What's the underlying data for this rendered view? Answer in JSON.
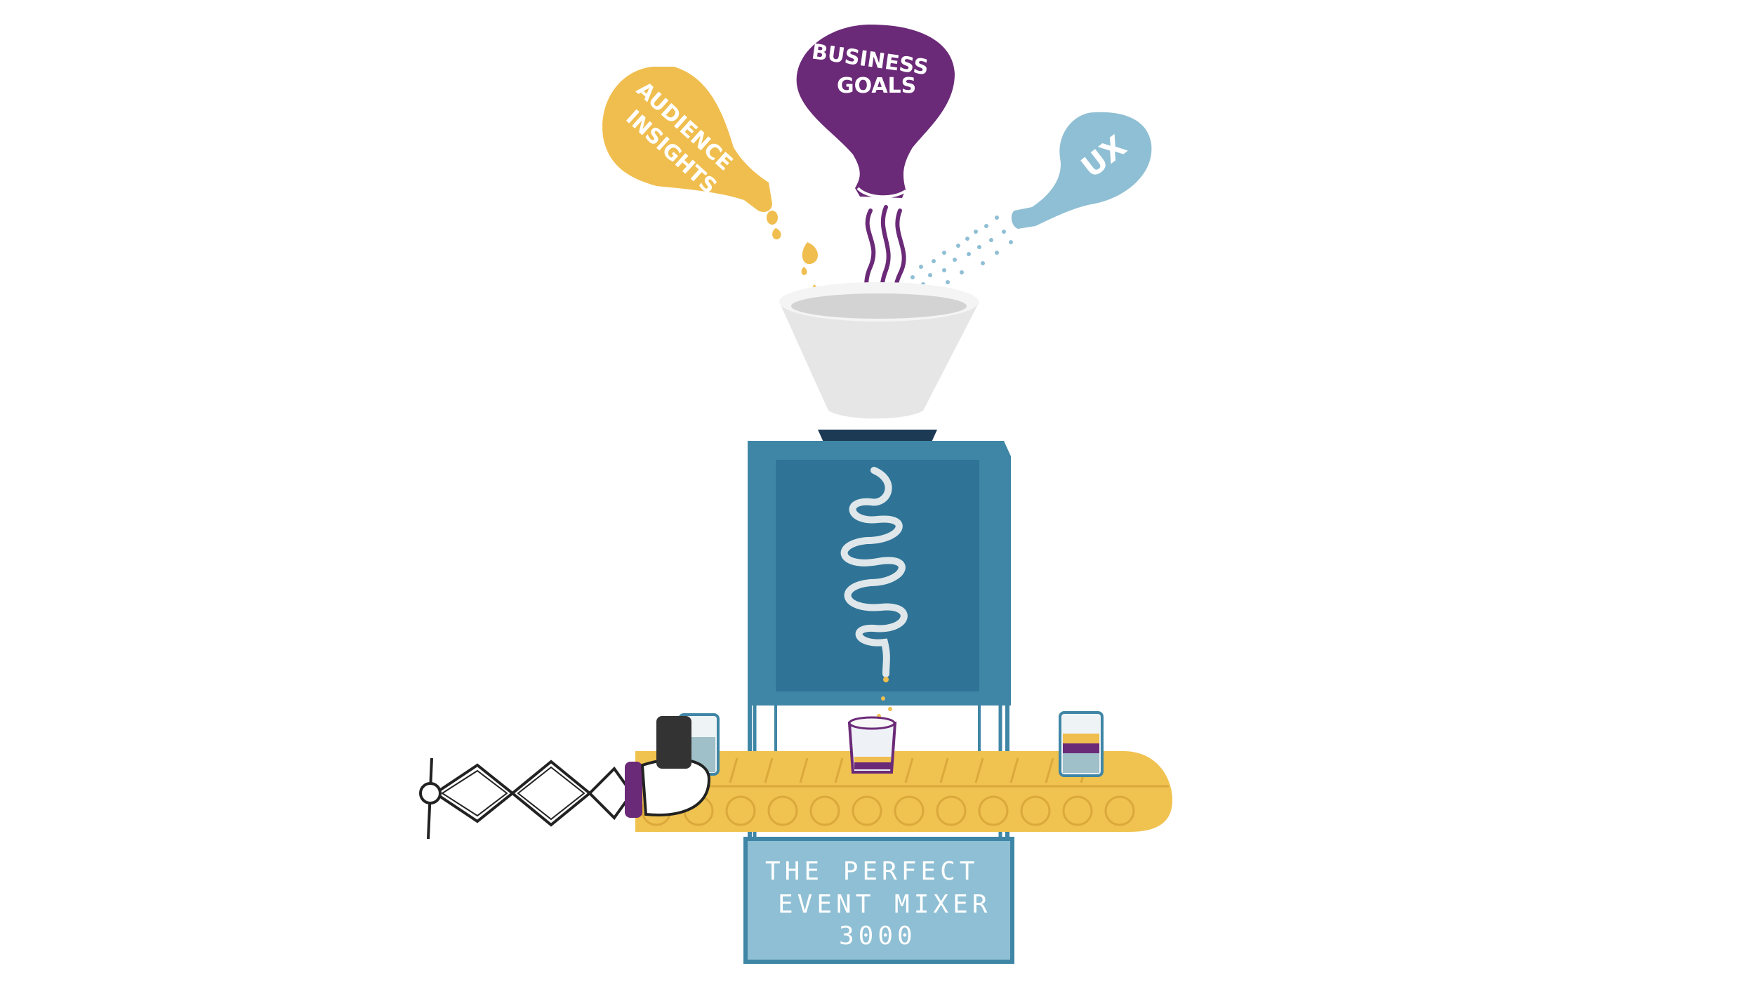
{
  "illustration": {
    "bottle_audience": {
      "line1": "AUDIENCE",
      "line2": "INSIGHTS",
      "color": "#f0be4f"
    },
    "bottle_business": {
      "line1": "BUSINESS",
      "line2": "GOALS",
      "color": "#6b2a78"
    },
    "bottle_ux": {
      "text": "UX",
      "color": "#8fbfd4"
    },
    "funnel": {
      "color": "#e4e4e4",
      "base_color": "#1d3a55"
    },
    "machine": {
      "body_color": "#3f86a6",
      "panel_color": "#2f7497",
      "spiral_color": "#dfe7ea",
      "label_line1": "THE PERFECT",
      "label_line2": "EVENT MIXER",
      "label_line3": "3000",
      "label_color": "#8fbfd4"
    },
    "conveyor": {
      "color": "#f0c24f",
      "roller_color": "#dba93b"
    },
    "grabber": {
      "arm_color": "#222222",
      "cuff_color": "#6b2a78",
      "cup_color": "#333333"
    }
  }
}
